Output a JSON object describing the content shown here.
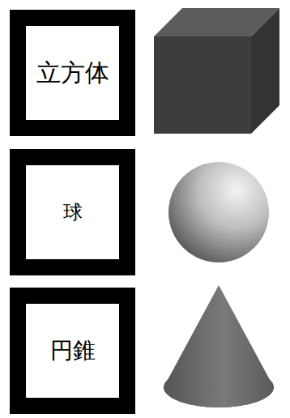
{
  "diagram": {
    "nodes": [
      {
        "text": [
          "立方体"
        ]
      },
      {
        "text": [
          "球"
        ]
      },
      {
        "text": [
          "円錐"
        ]
      }
    ]
  }
}
